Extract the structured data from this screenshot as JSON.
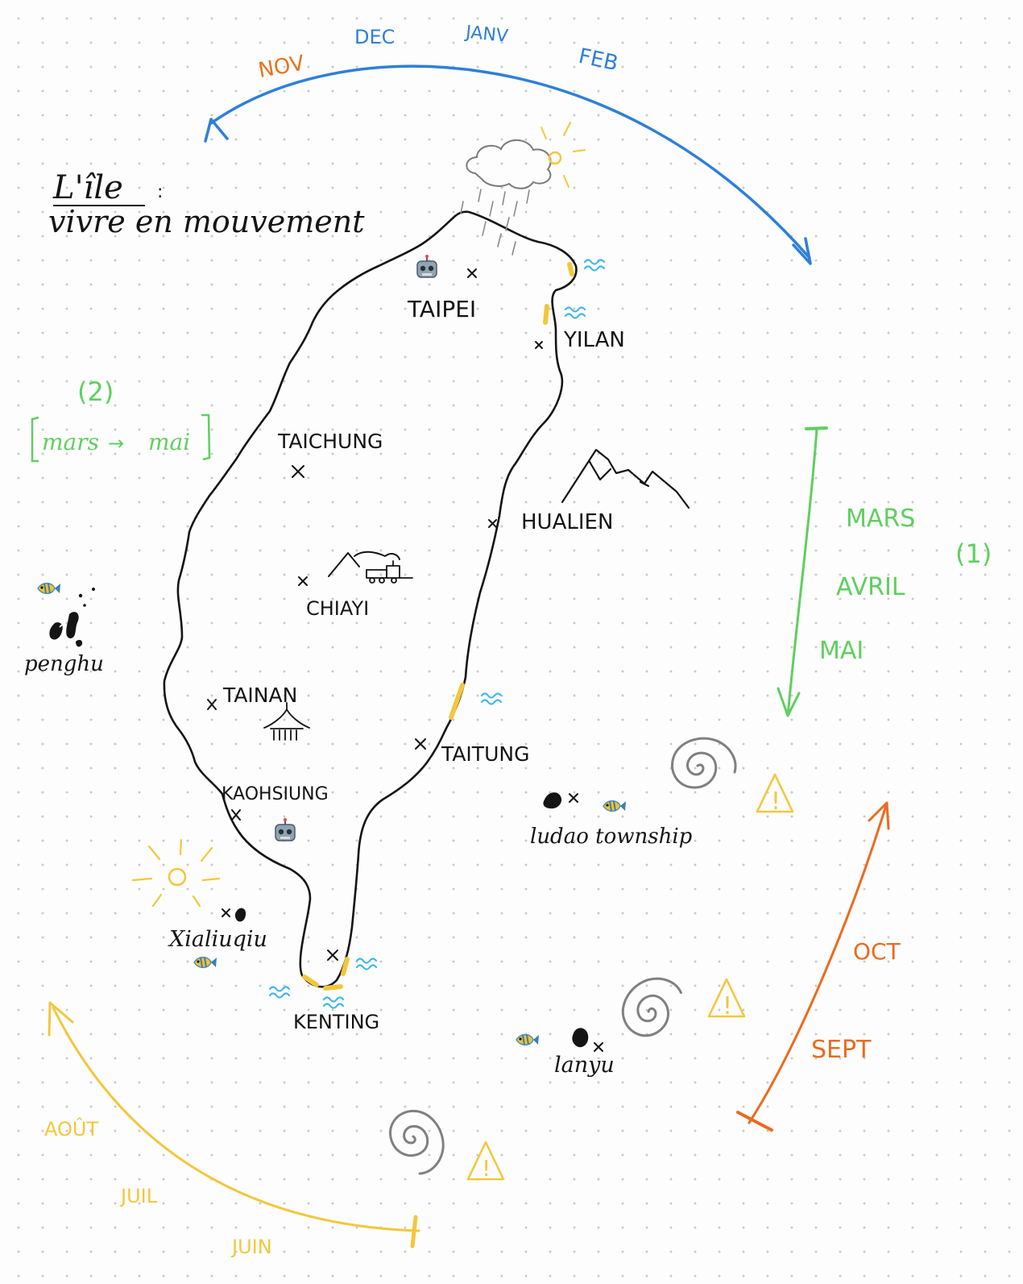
{
  "title": {
    "line1": "L'île",
    "colon": ":",
    "line2": "vivre en mouvement"
  },
  "seasons": {
    "winter": {
      "labels": [
        "NOV",
        "DEC",
        "JANV",
        "FEB"
      ],
      "colors": [
        "#e8731e",
        "#2f7fd9",
        "#2f7fd9",
        "#2f7fd9"
      ]
    },
    "spring": {
      "labels": [
        "MARS",
        "AVRIL",
        "MAI"
      ],
      "marker": "(1)"
    },
    "spring_west": {
      "marker": "(2)",
      "range_from": "mars",
      "range_arrow": "→",
      "range_to": "mai"
    },
    "autumn": {
      "labels": [
        "SEPT",
        "OCT"
      ]
    },
    "summer": {
      "labels": [
        "JUIN",
        "JUIL",
        "AOÛT"
      ]
    }
  },
  "cities": [
    {
      "name": "TAIPEI"
    },
    {
      "name": "YILAN"
    },
    {
      "name": "TAICHUNG"
    },
    {
      "name": "HUALIEN"
    },
    {
      "name": "CHIAYI"
    },
    {
      "name": "TAINAN"
    },
    {
      "name": "TAITUNG"
    },
    {
      "name": "KAOHSIUNG"
    },
    {
      "name": "KENTING"
    }
  ],
  "islands": [
    {
      "name": "penghu"
    },
    {
      "name": "ludao township"
    },
    {
      "name": "Xialiuqiu"
    },
    {
      "name": "lanyu"
    }
  ],
  "warning_glyph": "!",
  "colors": {
    "winter": "#2f7fd9",
    "spring": "#5fcf5f",
    "autumn": "#ec6a1f",
    "summer": "#f3c73c",
    "nov": "#e8731e",
    "typhoon": "#808080",
    "warning": "#f3c73c",
    "waves": "#41b8e6",
    "beach": "#f3c73c",
    "ink": "#141414"
  },
  "icons": [
    "robot-icon",
    "fish-icon",
    "mountain-icon",
    "cloud-rain-icon",
    "sun-icon",
    "temple-icon",
    "train-icon",
    "typhoon-icon",
    "warning-icon",
    "waves-icon"
  ]
}
